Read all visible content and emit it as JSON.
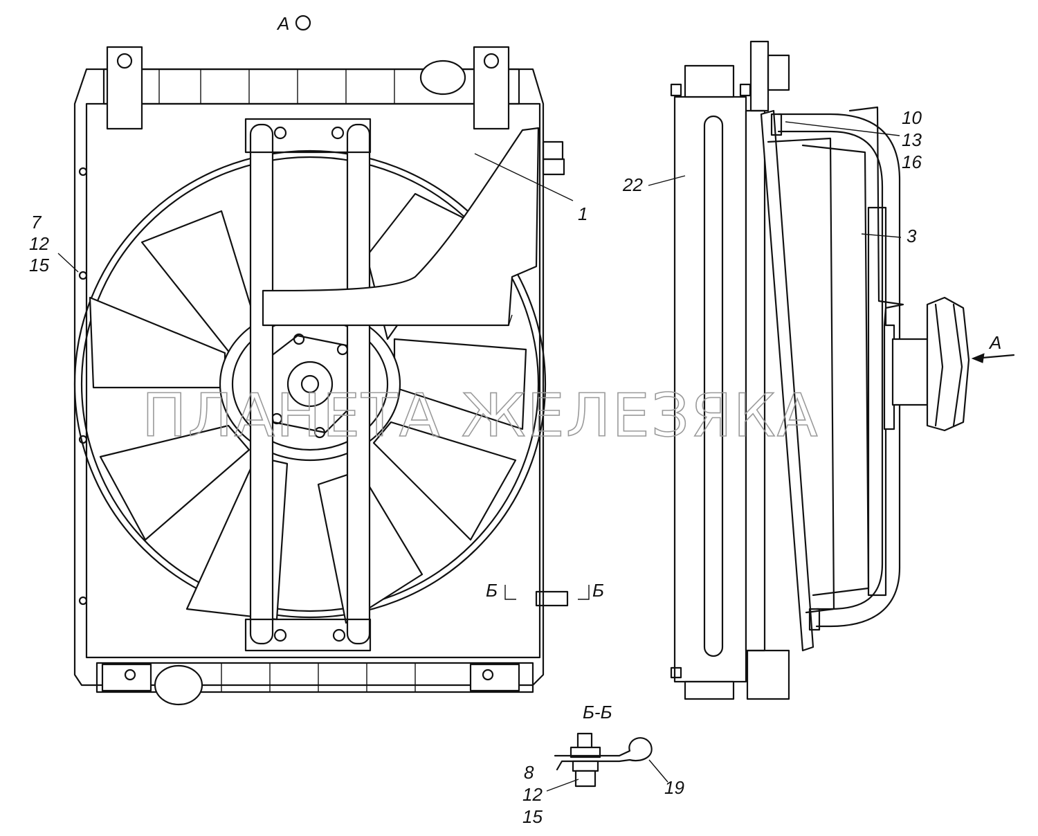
{
  "watermark": "ПЛАНЕТА ЖЕЛЕЗЯКА",
  "view_label": "А",
  "arrow_label": "А",
  "section_mark_left": "Б",
  "section_mark_right": "Б",
  "section_title": "Б-Б",
  "callouts": {
    "c1": "1",
    "c3": "3",
    "c22": "22",
    "c7_12_15": [
      "7",
      "12",
      "15"
    ],
    "c10_13_16": [
      "10",
      "13",
      "16"
    ],
    "c8_12_15": [
      "8",
      "12",
      "15"
    ],
    "c19": "19"
  }
}
